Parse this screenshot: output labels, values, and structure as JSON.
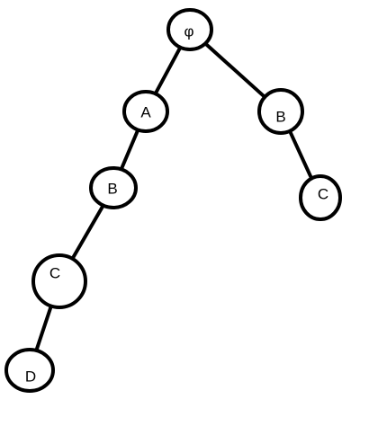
{
  "tree": {
    "nodes": [
      {
        "id": "root",
        "label": "φ"
      },
      {
        "id": "a1",
        "label": "A"
      },
      {
        "id": "b2",
        "label": "B"
      },
      {
        "id": "c3",
        "label": "C"
      },
      {
        "id": "d4",
        "label": "D"
      },
      {
        "id": "b1",
        "label": "B"
      },
      {
        "id": "c2",
        "label": "C"
      }
    ],
    "edges": [
      [
        "root",
        "a1"
      ],
      [
        "a1",
        "b2"
      ],
      [
        "b2",
        "c3"
      ],
      [
        "c3",
        "d4"
      ],
      [
        "root",
        "b1"
      ],
      [
        "b1",
        "c2"
      ]
    ],
    "colors": {
      "stroke": "#000000",
      "fill": "#ffffff",
      "text": "#000000"
    }
  }
}
